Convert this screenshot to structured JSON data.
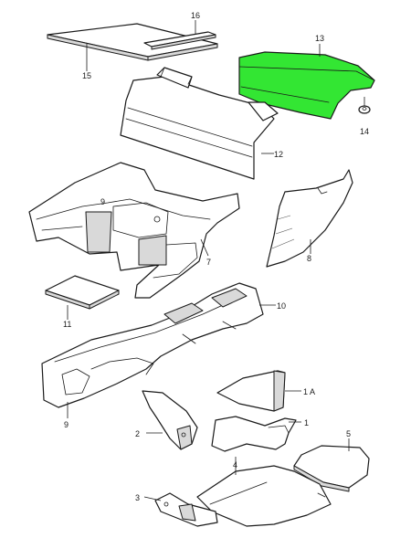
{
  "callouts": {
    "c16": "16",
    "c13": "13",
    "c15": "15",
    "c14": "14",
    "c12": "12",
    "c9a": "9",
    "c8": "8",
    "c7": "7",
    "c11": "11",
    "c10": "10",
    "c1a": "1 A",
    "c1": "1",
    "c2": "2",
    "c9": "9",
    "c5": "5",
    "c4": "4",
    "c3": "3"
  },
  "highlight_color": "#33e633"
}
